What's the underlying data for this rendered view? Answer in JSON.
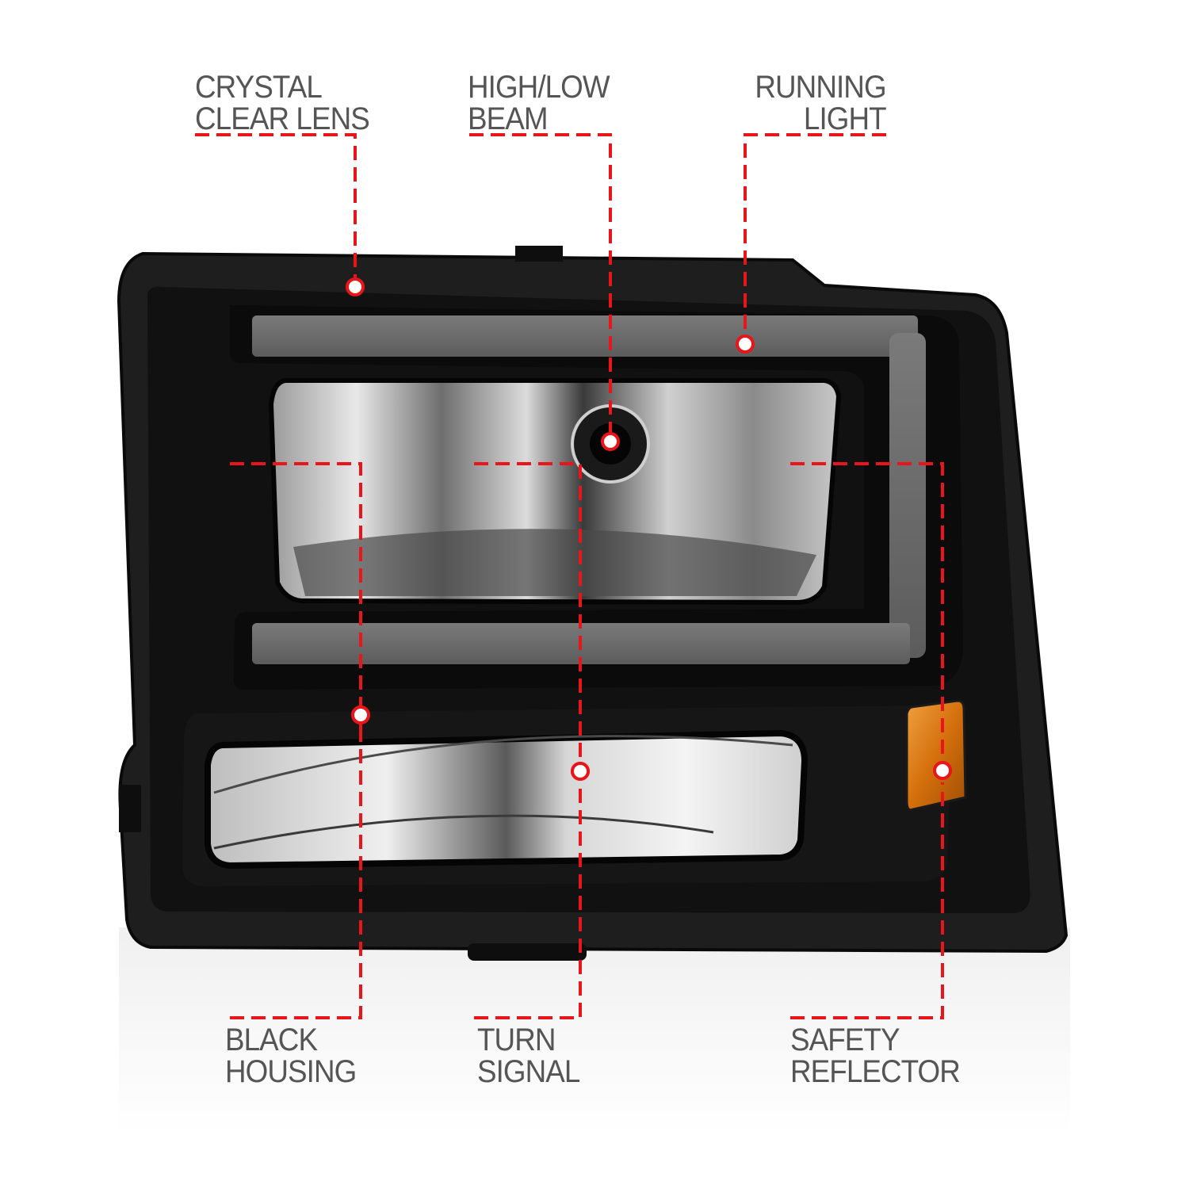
{
  "callouts": {
    "crystal_clear_lens": {
      "line1": "CRYSTAL",
      "line2": "CLEAR LENS"
    },
    "high_low_beam": {
      "line1": "HIGH/LOW",
      "line2": "BEAM"
    },
    "running_light": {
      "line1": "RUNNING",
      "line2": "LIGHT"
    },
    "black_housing": {
      "line1": "BLACK",
      "line2": "HOUSING"
    },
    "turn_signal": {
      "line1": "TURN",
      "line2": "SIGNAL"
    },
    "safety_reflector": {
      "line1": "SAFETY",
      "line2": "REFLECTOR"
    }
  },
  "colors": {
    "leader_line": "#e8151b",
    "label_text": "#555555",
    "housing": "#151515",
    "reflector_amber": "#d9780f",
    "background": "#ffffff"
  },
  "product": {
    "subject": "black-housing-headlight",
    "icons": [
      "callout-dot-icon"
    ]
  }
}
